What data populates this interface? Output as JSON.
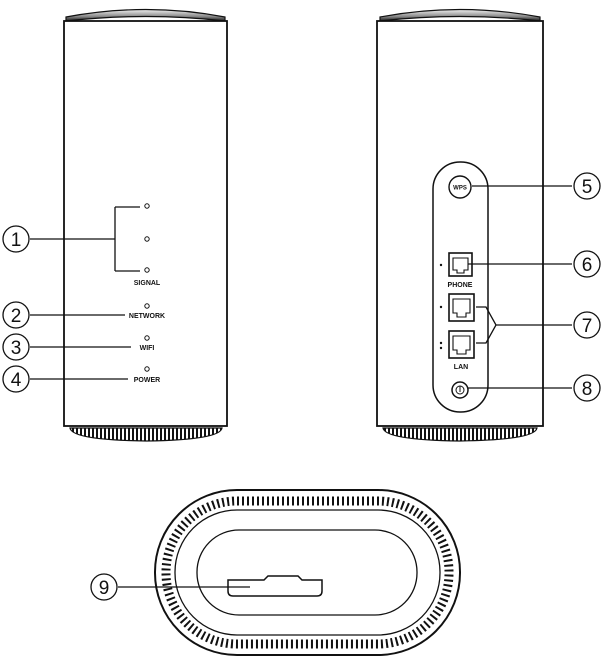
{
  "front": {
    "labels": {
      "signal": "SIGNAL",
      "network": "NETWORK",
      "wifi": "WIFI",
      "power": "POWER"
    }
  },
  "back": {
    "labels": {
      "wps": "WPS",
      "phone": "PHONE",
      "lan": "LAN"
    }
  },
  "callouts": [
    "1",
    "2",
    "3",
    "4",
    "5",
    "6",
    "7",
    "8",
    "9"
  ],
  "colors": {
    "ink": "#111111",
    "background": "#ffffff"
  }
}
